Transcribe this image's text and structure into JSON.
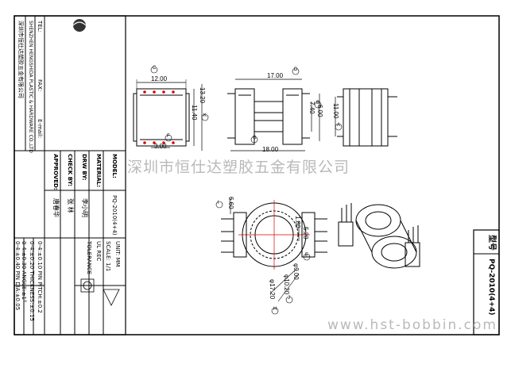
{
  "title_block": {
    "company_lines": [
      "深圳市恒仕达塑胶五金有限公司",
      "SHENZHEN HENGSHIDA PLASTIC & HARDWARE CO.,LTD"
    ],
    "contact_rows": [
      "TEL:",
      "FAX:",
      "E-mail:"
    ],
    "fields": [
      "MODEL:",
      "MATERIAL:",
      "DRW BY:",
      "CHECK BY:",
      "APPROVED:"
    ],
    "model_values": [
      "PQ-2010(4+4)"
    ],
    "names": [
      "李小明",
      "张 林",
      "唐春华"
    ],
    "scale_rows": [
      "UNIT: MM",
      "SCALE: 1/1",
      "UL REC",
      "TOLERANCE",
      "0-4:±0.10  PIN PITCH:±0.2",
      "0-4:±0.20  THICKNESS:±0.15",
      "0-4:±0.30  ANGLE:±1°",
      "0-4:±0.40  PIN DIA:±0.05"
    ]
  },
  "model_label": {
    "prefix": "型号",
    "value": "PQ-2010(4+4)"
  },
  "watermarks": {
    "company": "深圳市恒仕达塑胶五金有限公司",
    "url": "www.hst-bobbin.com"
  },
  "dimensions": {
    "top_width": "12.00",
    "top_height_inner": "11.40",
    "top_height_outer": "13.20",
    "top_pitch": "3.00",
    "side_width": "17.00",
    "side_base": "18.00",
    "side_h1": "7.40",
    "side_h2": "6.00",
    "end_height": "11.00",
    "bottom_left": "6.60",
    "bottom_right_a": "1.80",
    "bottom_right_b": "5.20",
    "diam_inner": "φ9.00",
    "diam_mid": "φ10.20",
    "diam_outer": "φ17.20"
  },
  "callouts": [
    "A",
    "B",
    "C",
    "D",
    "E",
    "F",
    "G",
    "H",
    "I",
    "J",
    "K"
  ]
}
